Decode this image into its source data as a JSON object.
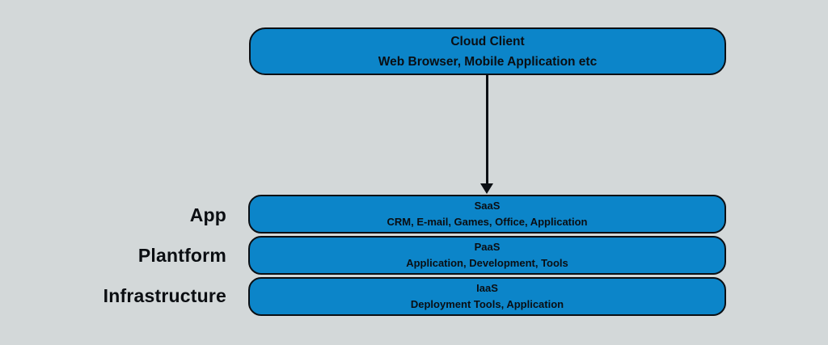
{
  "diagram": {
    "title_semantics": "Cloud computing service models diagram",
    "background_color": "#d3d8d9",
    "box_fill_color": "#0c85c9",
    "box_border_color": "#0b0f14",
    "text_color": "#0a0e13",
    "client_box": {
      "title": "Cloud Client",
      "subtitle": "Web Browser, Mobile Application etc"
    },
    "connector": {
      "type": "arrow-down",
      "from": "client_box",
      "to": "layer SaaS"
    },
    "layers": [
      {
        "side_label": "App",
        "name": "SaaS",
        "items": "CRM, E-mail, Games, Office, Application"
      },
      {
        "side_label": "Plantform",
        "name": "PaaS",
        "items": "Application, Development, Tools"
      },
      {
        "side_label": "Infrastructure",
        "name": "IaaS",
        "items": "Deployment Tools, Application"
      }
    ]
  }
}
